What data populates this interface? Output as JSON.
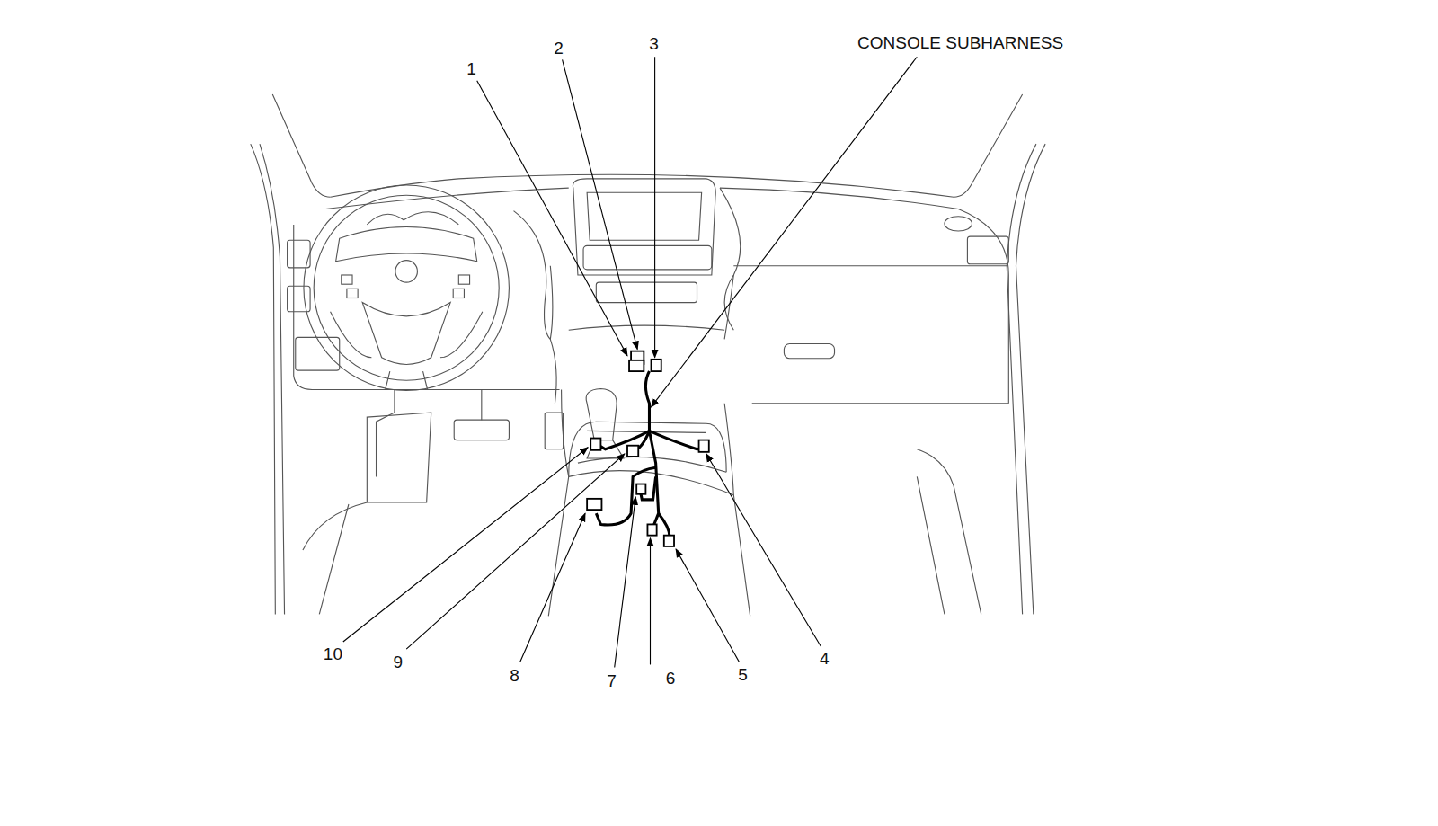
{
  "diagram": {
    "labels": [
      "1",
      "2",
      "3",
      "CONSOLE SUBHARNESS",
      "4",
      "5",
      "6",
      "7",
      "8",
      "9",
      "10"
    ]
  }
}
